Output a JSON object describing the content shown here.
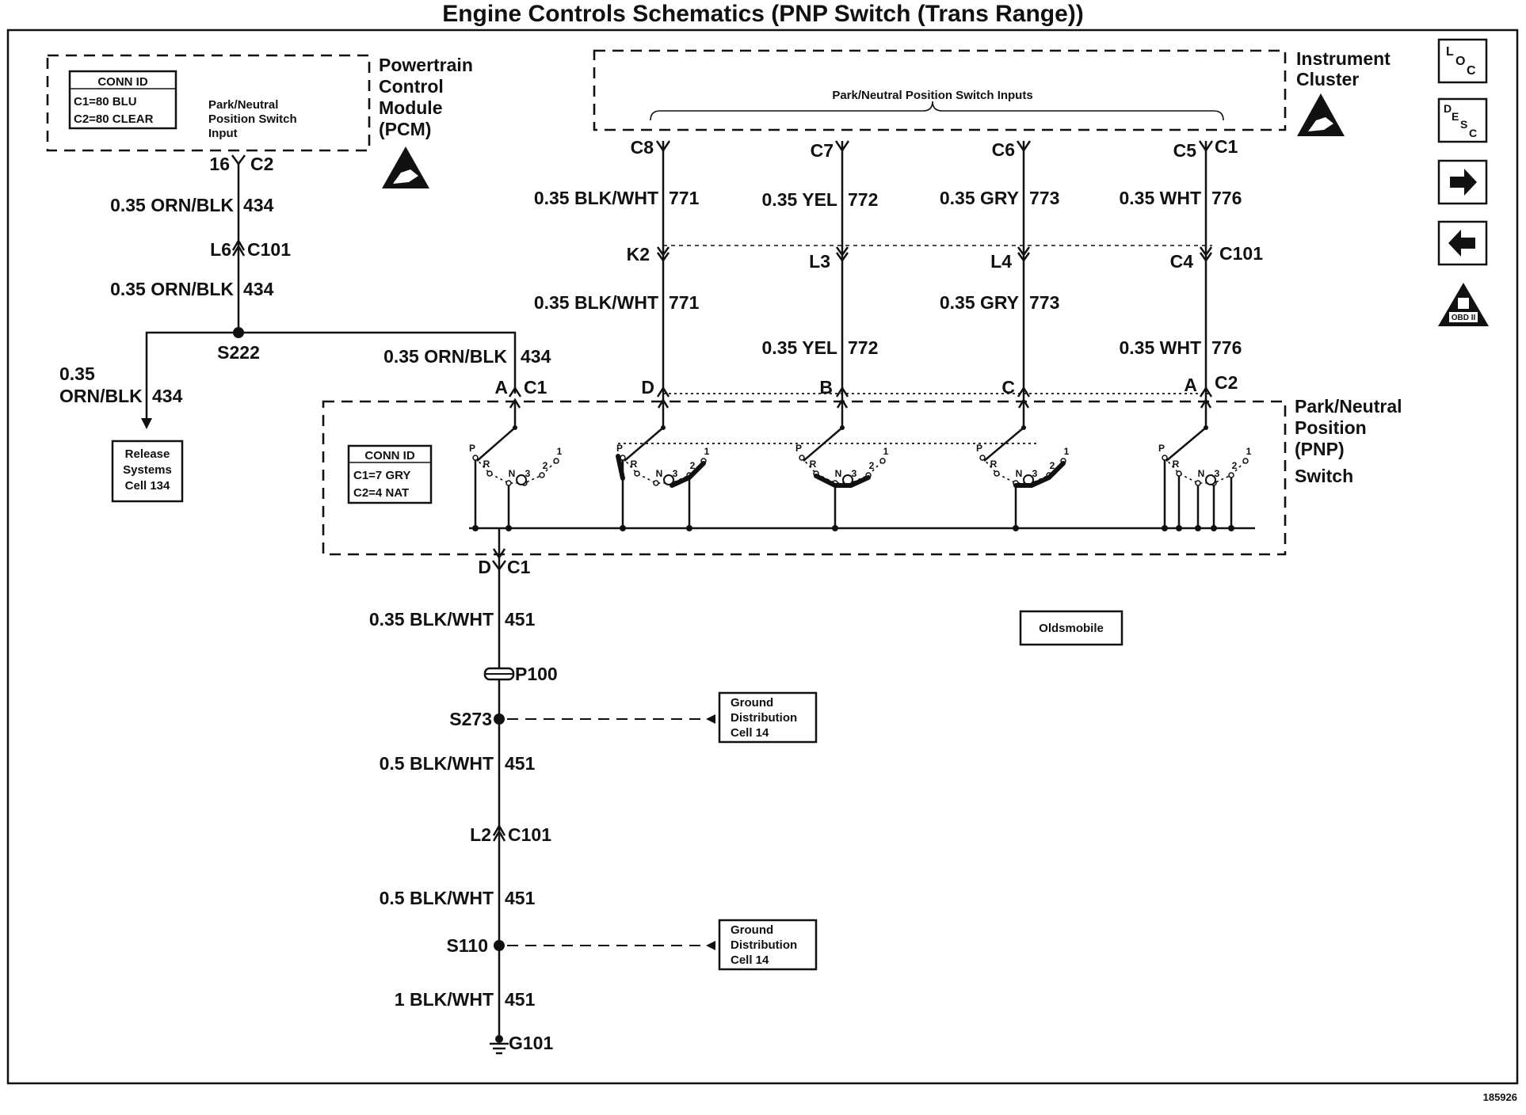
{
  "title": "Engine Controls Schematics (PNP Switch (Trans Range))",
  "figure_id": "185926",
  "nav": {
    "loc": [
      "L",
      "O",
      "C"
    ],
    "desc": [
      "D",
      "E",
      "S",
      "C"
    ],
    "obd": "OBD II"
  },
  "pcm": {
    "name_lines": [
      "Powertrain",
      "Control",
      "Module",
      "(PCM)"
    ],
    "conn_title": "CONN ID",
    "conn_lines": [
      "C1=80 BLU",
      "C2=80 CLEAR"
    ],
    "input_label_lines": [
      "Park/Neutral",
      "Position Switch",
      "Input"
    ],
    "pin": "16",
    "conn": "C2"
  },
  "cluster": {
    "name_lines": [
      "Instrument",
      "Cluster"
    ],
    "inputs_label": "Park/Neutral Position Switch Inputs"
  },
  "pnp": {
    "name_lines": [
      "Park/Neutral",
      "Position",
      "(PNP)",
      "Switch"
    ],
    "conn_title": "CONN ID",
    "conn_lines": [
      "C1=7 GRY",
      "C2=4 NAT"
    ],
    "positions": [
      "P",
      "R",
      "N",
      "3",
      "2",
      "1"
    ]
  },
  "left_wire": {
    "w1": "0.35 ORN/BLK",
    "c1": "434",
    "c101_pin": "L6",
    "c101": "C101",
    "w2": "0.35 ORN/BLK",
    "c2": "434",
    "splice": "S222",
    "branch_w_lines": [
      "0.35",
      "ORN/BLK"
    ],
    "branch_c": "434",
    "to_pnp_w": "0.35 ORN/BLK",
    "to_pnp_c": "434",
    "pnp_pin": "A",
    "pnp_conn": "C1",
    "release_lines": [
      "Release",
      "Systems",
      "Cell 134"
    ]
  },
  "columns": [
    {
      "top_pin": "C8",
      "top_conn": "",
      "w1": "0.35 BLK/WHT",
      "c1": "771",
      "mid_pin": "K2",
      "mid_conn": "",
      "w2": "0.35 BLK/WHT",
      "c2": "771",
      "bot_pin": "D",
      "bot_conn": ""
    },
    {
      "top_pin": "C7",
      "top_conn": "",
      "w1": "0.35 YEL",
      "c1": "772",
      "mid_pin": "L3",
      "mid_conn": "",
      "w2": "0.35 YEL",
      "c2": "772",
      "bot_pin": "B",
      "bot_conn": ""
    },
    {
      "top_pin": "C6",
      "top_conn": "",
      "w1": "0.35 GRY",
      "c1": "773",
      "mid_pin": "L4",
      "mid_conn": "",
      "w2": "0.35 GRY",
      "c2": "773",
      "bot_pin": "C",
      "bot_conn": ""
    },
    {
      "top_pin": "C5",
      "top_conn": "C1",
      "w1": "0.35 WHT",
      "c1": "776",
      "mid_pin": "C4",
      "mid_conn": "C101",
      "w2": "0.35 WHT",
      "c2": "776",
      "bot_pin": "A",
      "bot_conn": "C2"
    }
  ],
  "ground": {
    "pnp_out_pin": "D",
    "pnp_out_conn": "C1",
    "w1": "0.35 BLK/WHT",
    "c1": "451",
    "p100": "P100",
    "s273": "S273",
    "w2": "0.5 BLK/WHT",
    "c2": "451",
    "c101_pin": "L2",
    "c101": "C101",
    "w3": "0.5 BLK/WHT",
    "c3": "451",
    "s110": "S110",
    "w4": "1 BLK/WHT",
    "c4": "451",
    "g101": "G101",
    "gd1_lines": [
      "Ground",
      "Distribution",
      "Cell 14"
    ],
    "gd2_lines": [
      "Ground",
      "Distribution",
      "Cell 14"
    ]
  },
  "oldsmobile": "Oldsmobile"
}
